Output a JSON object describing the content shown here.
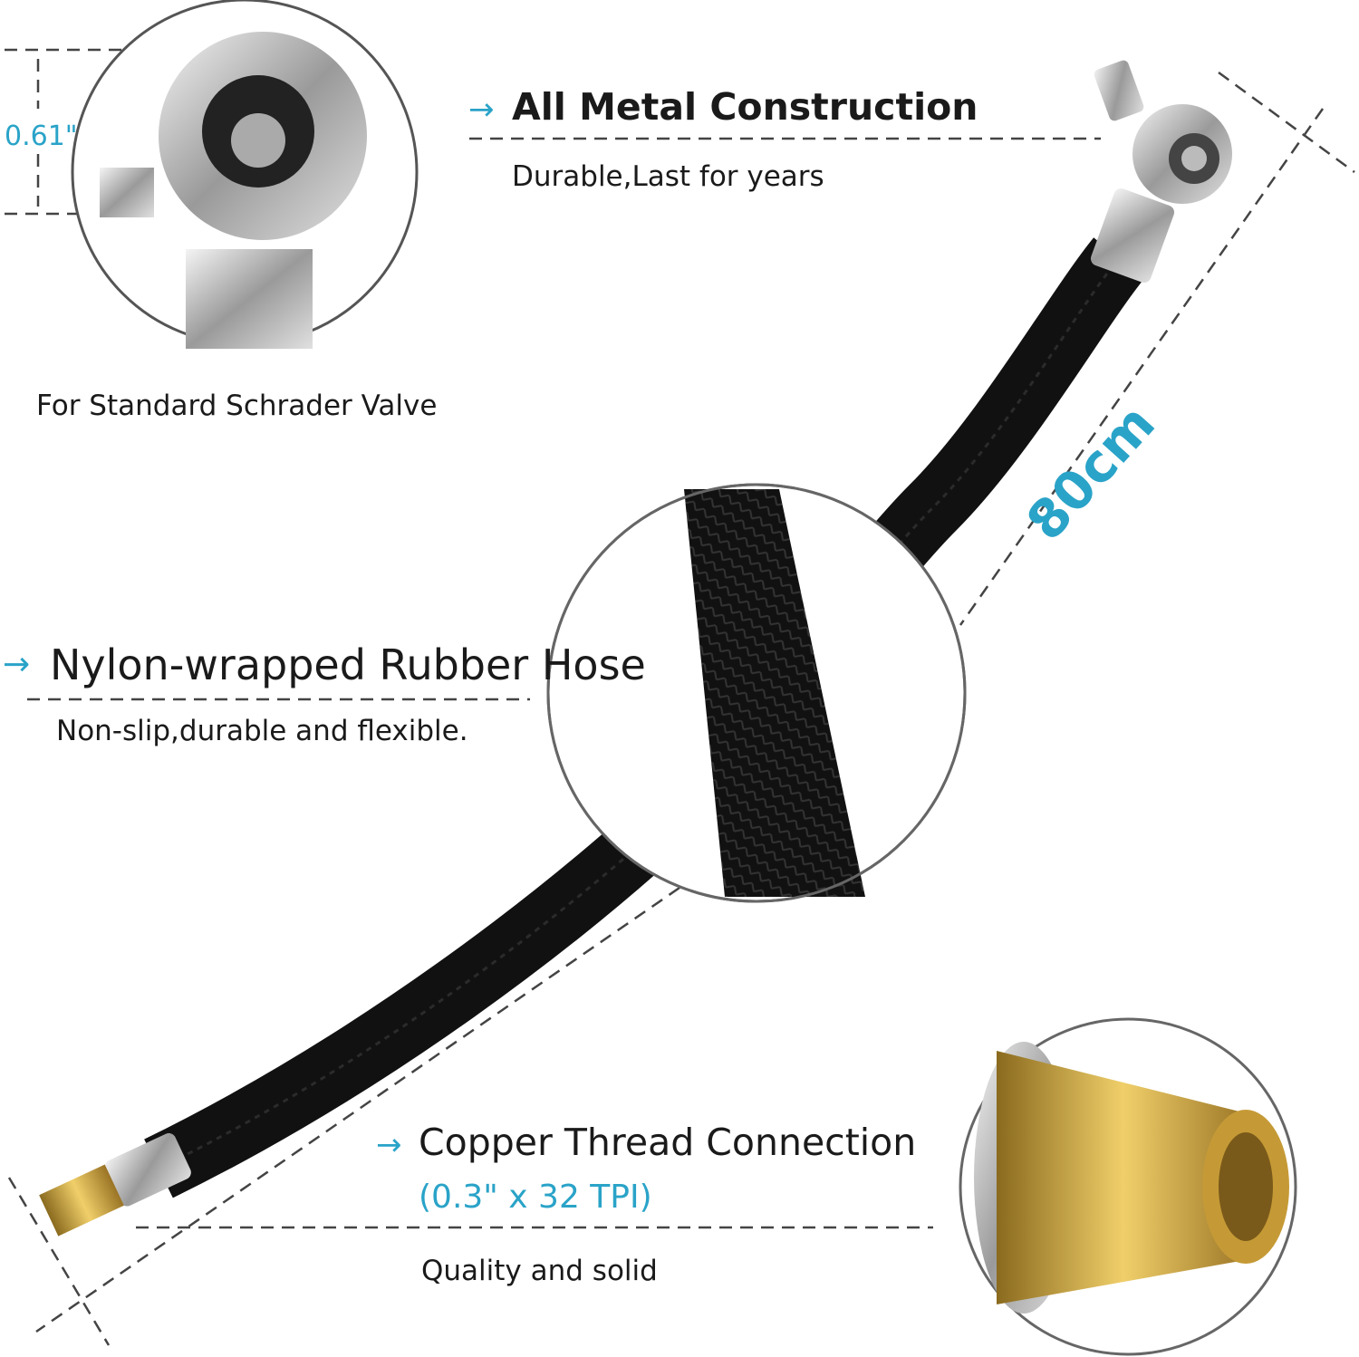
{
  "colors": {
    "accent": "#2aa3c8",
    "hose": "#111111",
    "metal": "#c8c8c8",
    "brass": "#c9a13a"
  },
  "dimensions": {
    "coupler_width": "0.61\"",
    "hose_length": "80cm"
  },
  "features": [
    {
      "arrow_icon": "arrow-right",
      "title": "All Metal Construction",
      "subtitle": "Durable,Last for years"
    },
    {
      "title": "For Standard Schrader Valve"
    },
    {
      "arrow_icon": "arrow-right",
      "title": "Nylon-wrapped Rubber Hose",
      "subtitle": "Non-slip,durable and flexible."
    },
    {
      "arrow_icon": "arrow-right",
      "title": "Copper Thread Connection",
      "spec": "(0.3\" x 32 TPI)",
      "subtitle": "Quality and solid"
    }
  ],
  "arrow": "→"
}
